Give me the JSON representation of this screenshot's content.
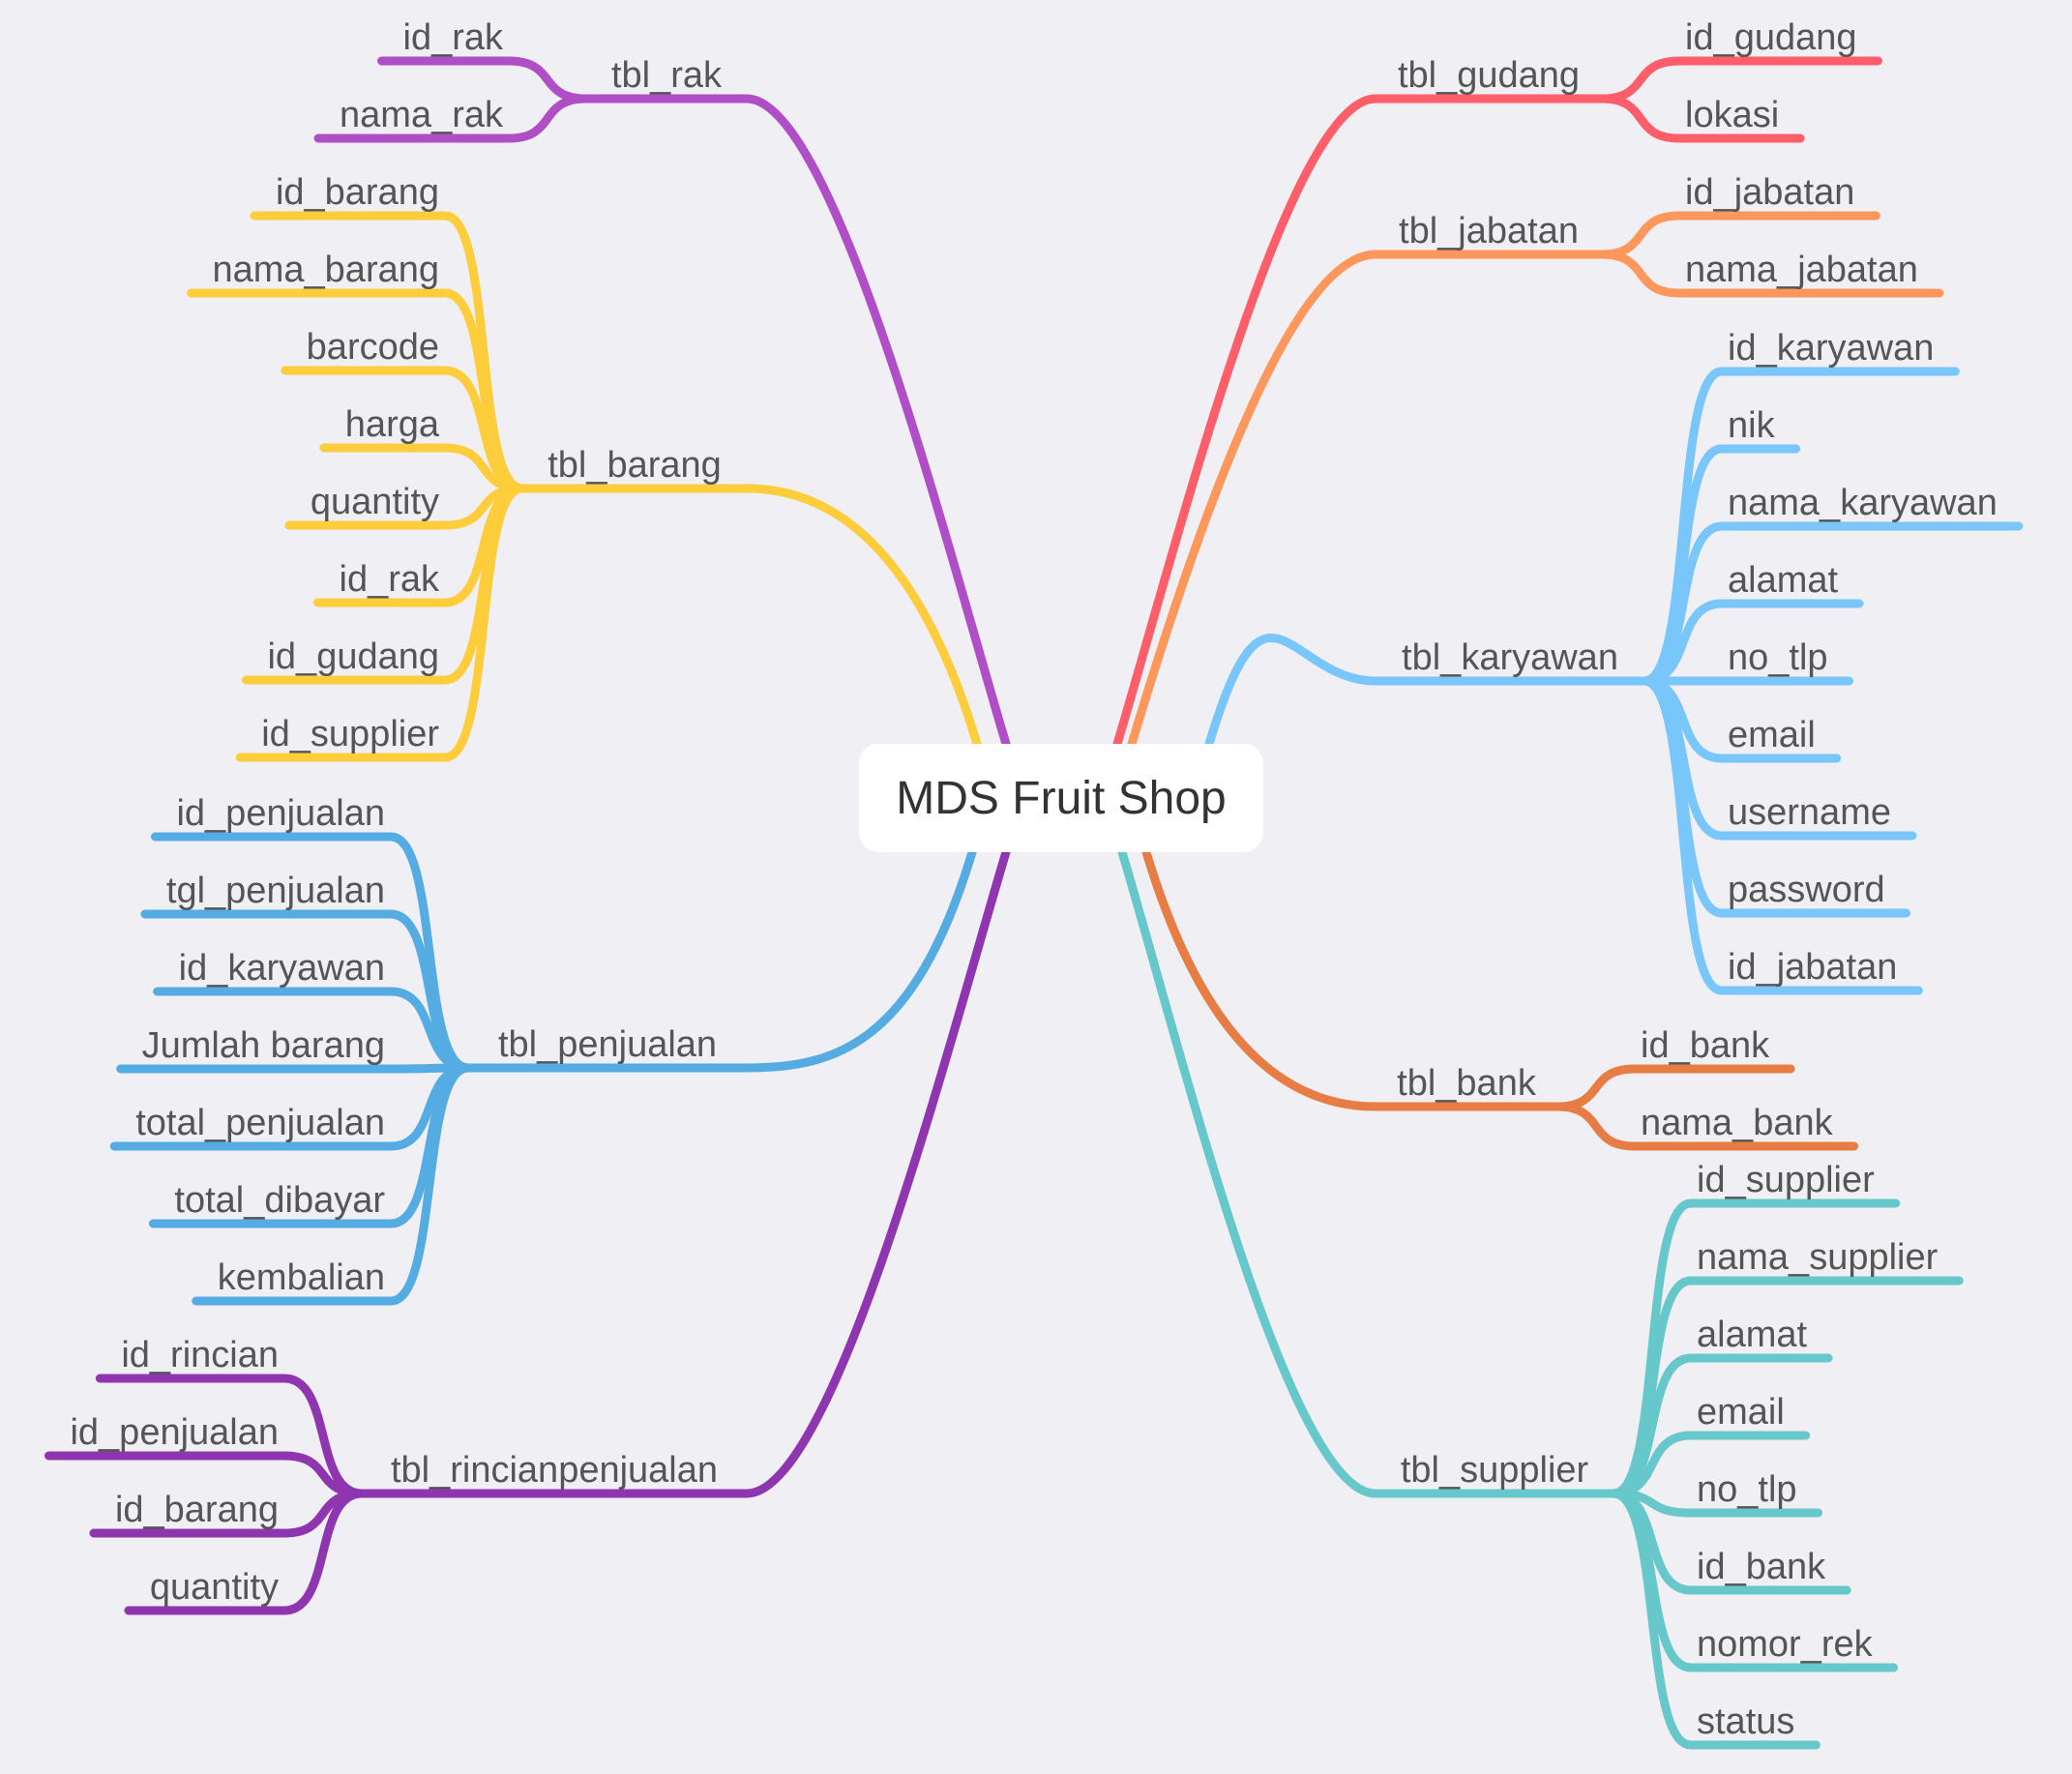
{
  "root": {
    "label": "MDS Fruit Shop"
  },
  "branches": [
    {
      "id": "rak",
      "label": "tbl_rak",
      "side": "left",
      "color": "#b04ec7",
      "children": [
        "id_rak",
        "nama_rak"
      ]
    },
    {
      "id": "barang",
      "label": "tbl_barang",
      "side": "left",
      "color": "#fdcd3c",
      "children": [
        "id_barang",
        "nama_barang",
        "barcode",
        "harga",
        "quantity",
        "id_rak",
        "id_gudang",
        "id_supplier"
      ]
    },
    {
      "id": "penjualan",
      "label": "tbl_penjualan",
      "side": "left",
      "color": "#55ace2",
      "children": [
        "id_penjualan",
        "tgl_penjualan",
        "id_karyawan",
        "Jumlah barang",
        "total_penjualan",
        "total_dibayar",
        "kembalian"
      ]
    },
    {
      "id": "rincianpenjualan",
      "label": "tbl_rincianpenjualan",
      "side": "left",
      "color": "#8f35b0",
      "children": [
        "id_rincian",
        "id_penjualan",
        "id_barang",
        "quantity"
      ]
    },
    {
      "id": "gudang",
      "label": "tbl_gudang",
      "side": "right",
      "color": "#fd5e69",
      "children": [
        "id_gudang",
        "lokasi"
      ]
    },
    {
      "id": "jabatan",
      "label": "tbl_jabatan",
      "side": "right",
      "color": "#fd975b",
      "children": [
        "id_jabatan",
        "nama_jabatan"
      ]
    },
    {
      "id": "karyawan",
      "label": "tbl_karyawan",
      "side": "right",
      "color": "#78c6fa",
      "children": [
        "id_karyawan",
        "nik",
        "nama_karyawan",
        "alamat",
        "no_tlp",
        "email",
        "username",
        "password",
        "id_jabatan"
      ]
    },
    {
      "id": "bank",
      "label": "tbl_bank",
      "side": "right",
      "color": "#e77d44",
      "children": [
        "id_bank",
        "nama_bank"
      ]
    },
    {
      "id": "supplier",
      "label": "tbl_supplier",
      "side": "right",
      "color": "#67c8cc",
      "children": [
        "id_supplier",
        "nama_supplier",
        "alamat",
        "email",
        "no_tlp",
        "id_bank",
        "nomor_rek",
        "status"
      ]
    }
  ]
}
